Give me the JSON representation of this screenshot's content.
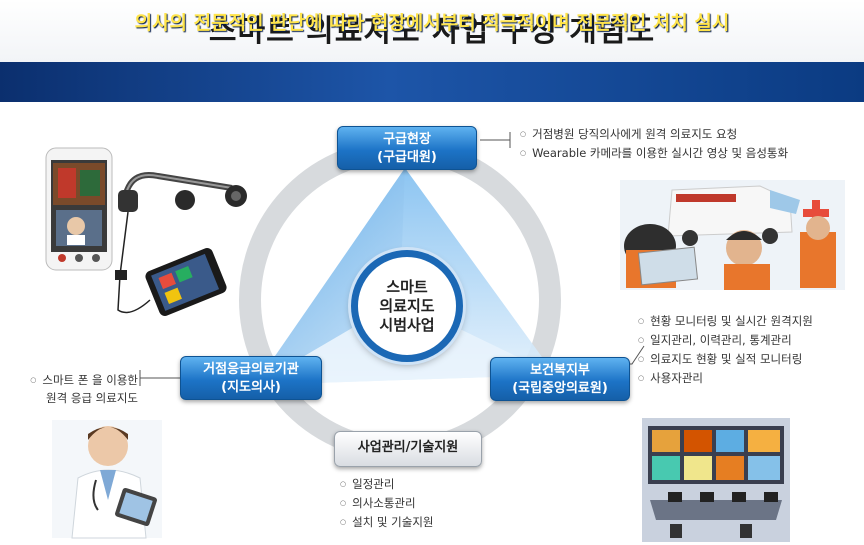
{
  "title": "스마트 의료지도 사업 구성 개념도",
  "banner": "의사의 전문적인 판단에 따라 현장에서부터 적극적이며 전문적인 처치 실시",
  "center": {
    "line1": "스마트",
    "line2": "의료지도",
    "line3": "시범사업"
  },
  "nodes": {
    "top": {
      "line1": "구급현장",
      "line2": "(구급대원)"
    },
    "left": {
      "line1": "거점응급의료기관",
      "line2": "(지도의사)"
    },
    "right": {
      "line1": "보건복지부",
      "line2": "(국립중앙의료원)"
    },
    "bottom": {
      "label": "사업관리/기술지원"
    }
  },
  "top_bullets": [
    "거점병원 당직의사에게 원격 의료지도 요청",
    "Wearable 카메라를 이용한 실시간 영상 및 음성통화"
  ],
  "right_bullets": [
    "현황 모니터링 및 실시간 원격지원",
    "일지관리, 이력관리, 통계관리",
    "의료지도 현황 및 실적 모니터링",
    "사용자관리"
  ],
  "left_note": {
    "line1": "스마트 폰 을 이용한",
    "line2": "원격 응급 의료지도"
  },
  "bottom_bullets": [
    "일정관리",
    "의사소통관리",
    "설치 및 기술지원"
  ],
  "colors": {
    "banner_text": "#ffe44a",
    "node_blue": "#1d74c7",
    "ring_gray": "#d7dadd"
  }
}
